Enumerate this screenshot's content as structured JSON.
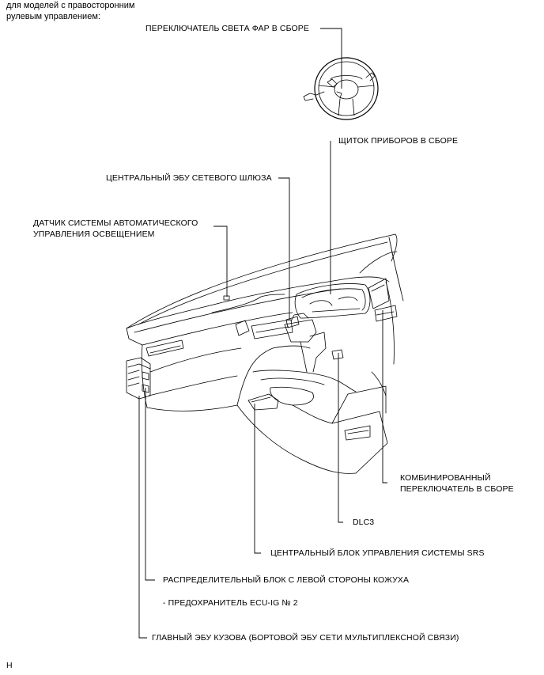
{
  "header": {
    "line1": "для моделей с правосторонним",
    "line2": "рулевым управлением:"
  },
  "labels": {
    "headlight_switch": "ПЕРЕКЛЮЧАТЕЛЬ СВЕТА ФАР В СБОРЕ",
    "instrument_panel": "ЩИТОК ПРИБОРОВ В СБОРЕ",
    "gateway_ecu": "ЦЕНТРАЛЬНЫЙ ЭБУ СЕТЕВОГО ШЛЮЗА",
    "light_sensor_line1": "ДАТЧИК СИСТЕМЫ АВТОМАТИЧЕСКОГО",
    "light_sensor_line2": "УПРАВЛЕНИЯ ОСВЕЩЕНИЕМ",
    "combination_switch_line1": "КОМБИНИРОВАННЫЙ",
    "combination_switch_line2": "ПЕРЕКЛЮЧАТЕЛЬ В СБОРЕ",
    "dlc3": "DLC3",
    "srs_unit": "ЦЕНТРАЛЬНЫЙ БЛОК УПРАВЛЕНИЯ СИСТЕМЫ SRS",
    "junction_block": "РАСПРЕДЕЛИТЕЛЬНЫЙ БЛОК С ЛЕВОЙ СТОРОНЫ КОЖУХА",
    "fuse": "- ПРЕДОХРАНИТЕЛЬ ECU-IG № 2",
    "main_body_ecu": "ГЛАВНЫЙ ЭБУ КУЗОВА (БОРТОВОЙ ЭБУ СЕТИ МУЛЬТИПЛЕКСНОЙ СВЯЗИ)"
  },
  "footer": {
    "code": "H"
  }
}
